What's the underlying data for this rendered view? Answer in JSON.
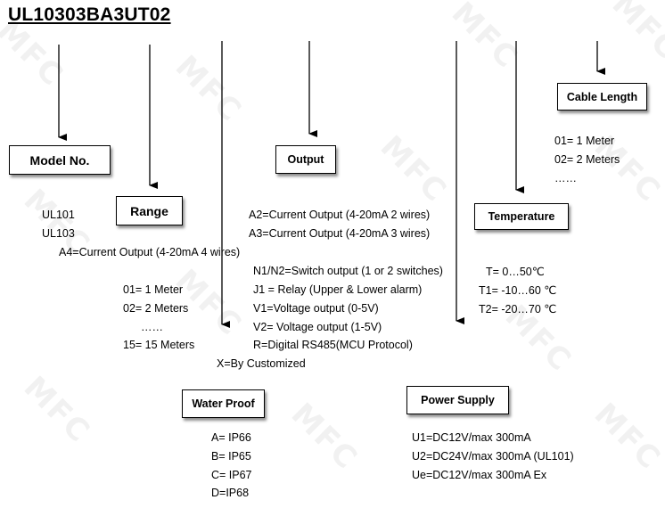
{
  "title": "UL10303BA3UT02",
  "boxes": {
    "model": "Model No.",
    "range": "Range",
    "output": "Output",
    "cable": "Cable Length",
    "temperature": "Temperature",
    "waterproof": "Water Proof",
    "power": "Power Supply"
  },
  "model_options": [
    "UL101",
    "UL103"
  ],
  "range_options": [
    "01= 1 Meter",
    "02= 2 Meters",
    "……",
    "15= 15 Meters"
  ],
  "output_options": [
    "A2=Current Output (4-20mA 2 wires)",
    "A3=Current Output (4-20mA 3 wires)",
    "A4=Current Output (4-20mA 4 wires)",
    "N1/N2=Switch output (1 or 2 switches)",
    "J1 = Relay (Upper & Lower alarm)",
    "V1=Voltage output (0-5V)",
    "V2= Voltage output (1-5V)",
    "R=Digital RS485(MCU Protocol)"
  ],
  "customized": "X=By Customized",
  "cable_options": [
    "01= 1 Meter",
    "02= 2 Meters",
    "……"
  ],
  "temperature_options": [
    "T= 0…50℃",
    "T1= -10…60 ℃",
    "T2= -20…70 ℃"
  ],
  "waterproof_options": [
    "A= IP66",
    "B= IP65",
    "C= IP67",
    "D=IP68"
  ],
  "power_options": [
    "U1=DC12V/max 300mA",
    "U2=DC24V/max 300mA (UL101)",
    "Ue=DC12V/max 300mA Ex"
  ],
  "watermark": "MFC"
}
